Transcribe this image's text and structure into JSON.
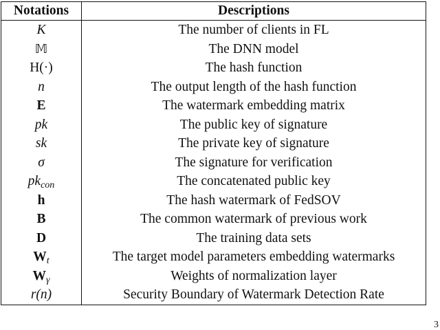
{
  "table": {
    "headers": {
      "notation": "Notations",
      "description": "Descriptions"
    },
    "rows": [
      {
        "symbol": "K",
        "description": "The number of clients in FL"
      },
      {
        "symbol": "𝕄",
        "description": "The DNN model"
      },
      {
        "symbol": "H(·)",
        "description": "The hash function"
      },
      {
        "symbol": "n",
        "description": "The output length of the hash function"
      },
      {
        "symbol": "E",
        "description": "The watermark embedding matrix"
      },
      {
        "symbol": "pk",
        "description": "The public key of signature"
      },
      {
        "symbol": "sk",
        "description": "The private key of signature"
      },
      {
        "symbol": "σ",
        "description": "The signature for verification"
      },
      {
        "symbol": "pk",
        "symbol_subscript": "con",
        "description": "The concatenated public key"
      },
      {
        "symbol": "h",
        "description": "The hash watermark of FedSOV"
      },
      {
        "symbol": "B",
        "description": "The common watermark of previous work"
      },
      {
        "symbol": "D",
        "description": "The training data sets"
      },
      {
        "symbol": "W",
        "symbol_subscript": "t",
        "description": "The target model parameters embedding watermarks"
      },
      {
        "symbol": "W",
        "symbol_subscript": "γ",
        "description": "Weights of normalization layer"
      },
      {
        "symbol": "r(n)",
        "description": "Security Boundary of Watermark Detection Rate"
      }
    ]
  },
  "page_number": "3"
}
